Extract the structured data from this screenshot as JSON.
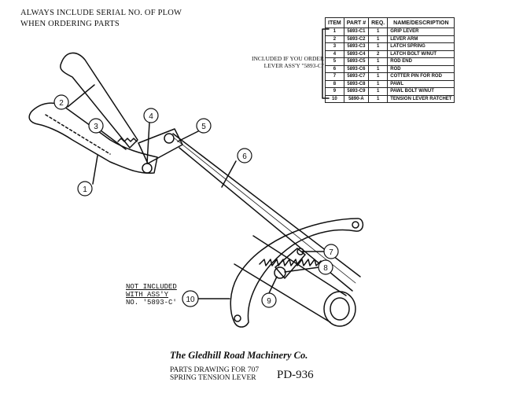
{
  "notice": {
    "line1": "ALWAYS INCLUDE SERIAL NO. OF PLOW",
    "line2": "WHEN ORDERING PARTS"
  },
  "table": {
    "headers": [
      "ITEM",
      "PART #",
      "REQ.",
      "NAME/DESCRIPTION"
    ],
    "rows": [
      {
        "item": "1",
        "part": "5893-C1",
        "req": "1",
        "name": "GRIP LEVER"
      },
      {
        "item": "2",
        "part": "5893-C2",
        "req": "1",
        "name": "LEVER ARM"
      },
      {
        "item": "3",
        "part": "5893-C3",
        "req": "1",
        "name": "LATCH SPRING"
      },
      {
        "item": "4",
        "part": "5893-C4",
        "req": "2",
        "name": "LATCH BOLT W/NUT"
      },
      {
        "item": "5",
        "part": "5893-C5",
        "req": "1",
        "name": "ROD END"
      },
      {
        "item": "6",
        "part": "5893-C6",
        "req": "1",
        "name": "ROD"
      },
      {
        "item": "7",
        "part": "5893-C7",
        "req": "1",
        "name": "COTTER PIN FOR ROD"
      },
      {
        "item": "8",
        "part": "5893-C8",
        "req": "1",
        "name": "PAWL"
      },
      {
        "item": "9",
        "part": "5893-C9",
        "req": "1",
        "name": "PAWL BOLT W/NUT"
      },
      {
        "item": "10",
        "part": "5890-A",
        "req": "1",
        "name": "TENSION LEVER RATCHET"
      }
    ]
  },
  "included_note": {
    "line1": "INCLUDED IF YOU ORDER",
    "line2": "LEVER ASS'Y \"5893-C\""
  },
  "not_included": {
    "line1": "NOT INCLUDED",
    "line2": "WITH ASS'Y",
    "line3": "NO. '5893-C'"
  },
  "callouts": [
    "1",
    "2",
    "3",
    "4",
    "5",
    "6",
    "7",
    "8",
    "9",
    "10"
  ],
  "company": "The Gledhill Road Machinery Co.",
  "drawing": {
    "line1": "PARTS DRAWING FOR 707",
    "line2": "SPRING TENSION LEVER"
  },
  "drawing_number": "PD-936"
}
